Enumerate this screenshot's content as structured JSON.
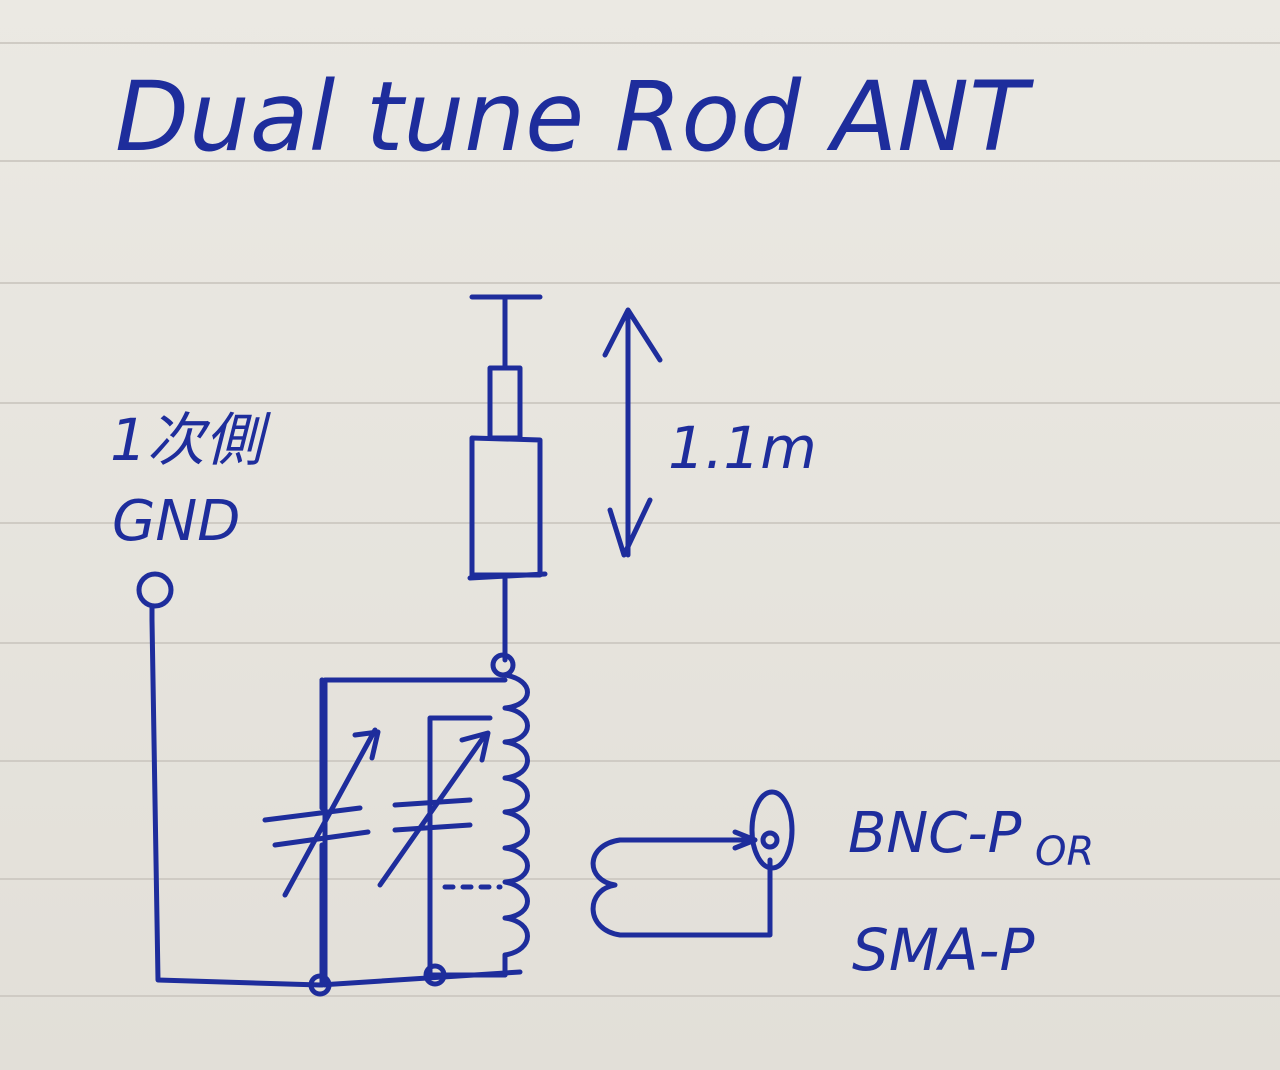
{
  "title": "Dual tune Rod ANT",
  "gnd_label_jp": "1次側",
  "gnd_label": "GND",
  "length_label": "1.1m",
  "connector_label_1": "BNC-P",
  "connector_or": "OR",
  "connector_label_2": "SMA-P",
  "colors": {
    "ink": "#1e2d9c",
    "paper": "#e6e3dc",
    "rule": "#cfcbc4"
  }
}
